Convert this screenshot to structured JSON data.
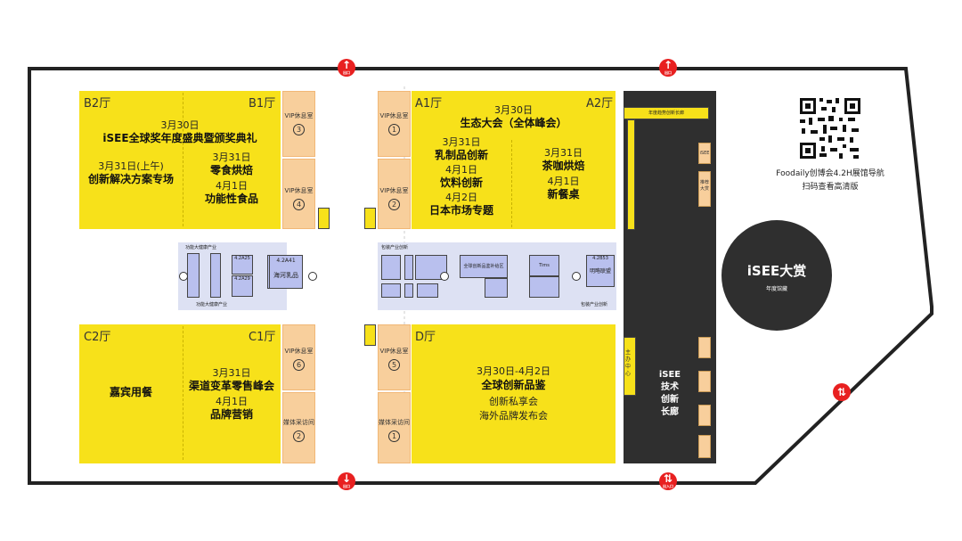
{
  "exits": {
    "top_left": "出口",
    "top_right": "出口",
    "bottom_left": "出口",
    "bottom_right": "出入口"
  },
  "hall_b": {
    "b2": "B2厅",
    "b1": "B1厅",
    "date1": "3月30日",
    "event1": "iSEE全球奖年度盛典暨颁奖典礼",
    "date2": "3月31日(上午)",
    "event2": "创新解决方案专场",
    "date3": "3月31日",
    "event3": "零食烘焙",
    "date4": "4月1日",
    "event4": "功能性食品"
  },
  "hall_a": {
    "a1": "A1厅",
    "a2": "A2厅",
    "date1": "3月30日",
    "event1": "生态大会（全体峰会）",
    "date2": "3月31日",
    "event2": "乳制品创新",
    "date3": "4月1日",
    "event3": "饮料创新",
    "date4": "4月2日",
    "event4": "日本市场专题",
    "date5": "3月31日",
    "event5": "茶咖烘焙",
    "date6": "4月1日",
    "event6": "新餐桌"
  },
  "hall_c": {
    "c2": "C2厅",
    "c1": "C1厅",
    "event1": "嘉宾用餐",
    "date2": "3月31日",
    "event2": "渠道变革零售峰会",
    "date3": "4月1日",
    "event3": "品牌营销"
  },
  "hall_d": {
    "d": "D厅",
    "date1": "3月30日-4月2日",
    "event1": "全球创新品鉴",
    "event2": "创新私享会",
    "event3": "海外品牌发布会"
  },
  "vip": {
    "label": "VIP休息室",
    "media": "媒体采访间",
    "n1": "1",
    "n2": "2",
    "n3": "3",
    "n4": "4",
    "n5": "5",
    "n6": "6"
  },
  "center": {
    "left_top": "功能大健康产业",
    "left_bottom": "功能大健康产业",
    "left_booth": "4.2A41",
    "left_booth_name": "海河乳品",
    "booth_a25": "4.2A25",
    "booth_a29": "4.2A29",
    "right_top": "包装产业创新",
    "right_bottom": "包装产业创新",
    "right_booth": "4.2B53",
    "right_booth_name": "明略联盟",
    "booth_tims": "Tims",
    "booth_global": "全球创新品鉴补给区"
  },
  "gallery": {
    "top": "年度趋势创新长廊",
    "isee_small": "iSEE",
    "main_center": "主办中心",
    "tech": "iSEE 技术 创新 长廊",
    "side": "推荐大赏"
  },
  "award": {
    "title": "iSEE大赏",
    "subtitle": "年度馆藏"
  },
  "qr": {
    "line1": "Foodaily创博会4.2H展馆导航",
    "line2": "扫码查看高清版"
  }
}
